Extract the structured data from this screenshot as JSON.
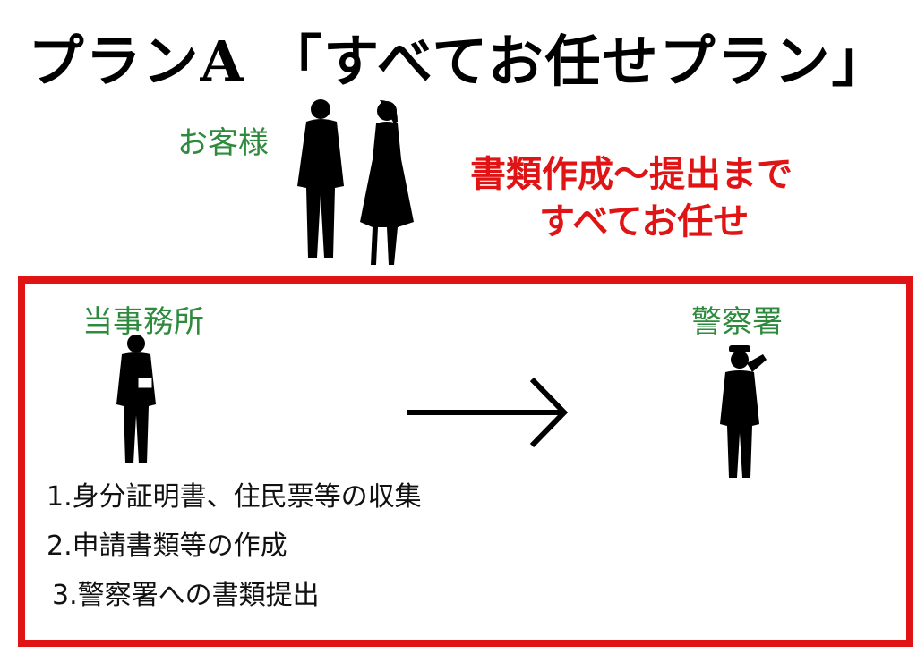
{
  "title": "プランA 「すべてお任せプラン」",
  "labels": {
    "customer": "お客様",
    "office": "当事務所",
    "police": "警察署"
  },
  "headline": {
    "line1": "書類作成～提出まで",
    "line2": "すべてお任せ"
  },
  "steps": [
    "1.身分証明書、住民票等の収集",
    "2.申請書類等の作成",
    "3.警察署への書類提出"
  ],
  "colors": {
    "accent_red": "#e01414",
    "label_green": "#2e8b3e"
  }
}
